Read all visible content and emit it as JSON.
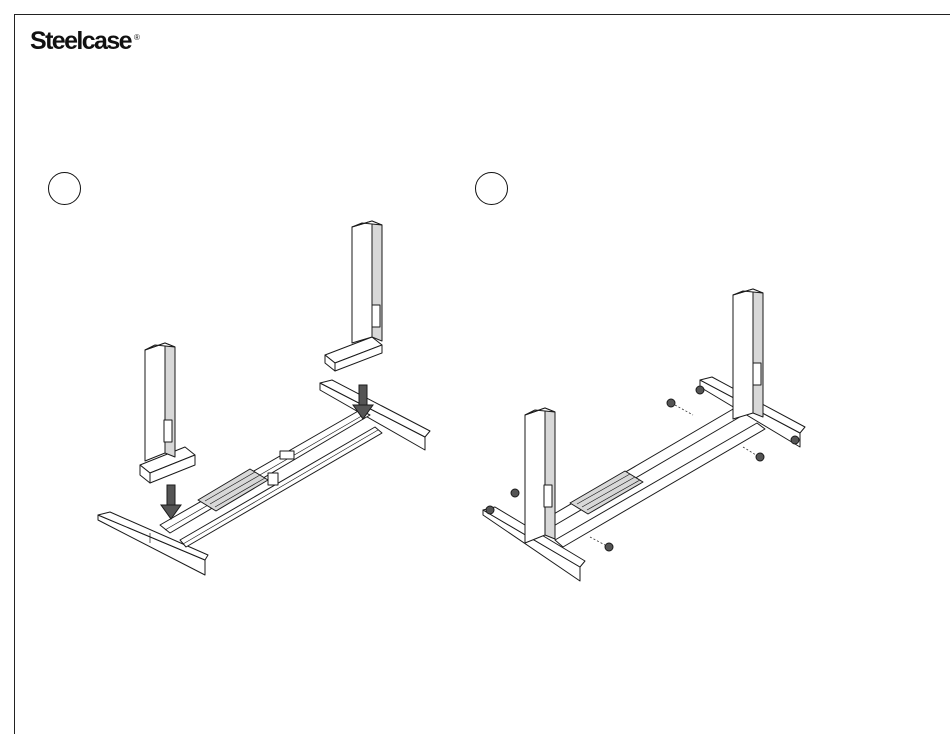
{
  "header": {
    "brand": "Steelcase",
    "registered_mark": "®"
  },
  "steps": [
    {
      "number": "",
      "action": "insert-columns-into-feet"
    },
    {
      "number": "",
      "action": "attach-columns-with-fasteners"
    }
  ],
  "icons": {
    "down-arrow": "insertion-arrow",
    "fastener": "bolt-with-nut"
  }
}
